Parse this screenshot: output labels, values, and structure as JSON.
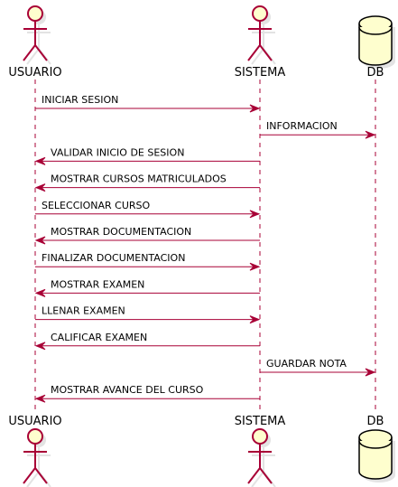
{
  "participants": [
    {
      "id": "usuario",
      "name": "USUARIO",
      "kind": "actor"
    },
    {
      "id": "sistema",
      "name": "SISTEMA",
      "kind": "actor"
    },
    {
      "id": "db",
      "name": "DB",
      "kind": "database"
    }
  ],
  "messages": [
    {
      "from": "usuario",
      "to": "sistema",
      "label": "INICIAR SESION"
    },
    {
      "from": "sistema",
      "to": "db",
      "label": "INFORMACION"
    },
    {
      "from": "sistema",
      "to": "usuario",
      "label": "VALIDAR INICIO DE SESION"
    },
    {
      "from": "sistema",
      "to": "usuario",
      "label": "MOSTRAR CURSOS MATRICULADOS"
    },
    {
      "from": "usuario",
      "to": "sistema",
      "label": "SELECCIONAR CURSO"
    },
    {
      "from": "sistema",
      "to": "usuario",
      "label": "MOSTRAR DOCUMENTACION"
    },
    {
      "from": "usuario",
      "to": "sistema",
      "label": "FINALIZAR DOCUMENTACION"
    },
    {
      "from": "sistema",
      "to": "usuario",
      "label": "MOSTRAR EXAMEN"
    },
    {
      "from": "usuario",
      "to": "sistema",
      "label": "LLENAR EXAMEN"
    },
    {
      "from": "sistema",
      "to": "usuario",
      "label": "CALIFICAR EXAMEN"
    },
    {
      "from": "sistema",
      "to": "db",
      "label": "GUARDAR NOTA"
    },
    {
      "from": "sistema",
      "to": "usuario",
      "label": "MOSTRAR AVANCE DEL CURSO"
    }
  ],
  "colors": {
    "line": "#A80036",
    "fill": "#FEFECE",
    "text": "#000000"
  }
}
